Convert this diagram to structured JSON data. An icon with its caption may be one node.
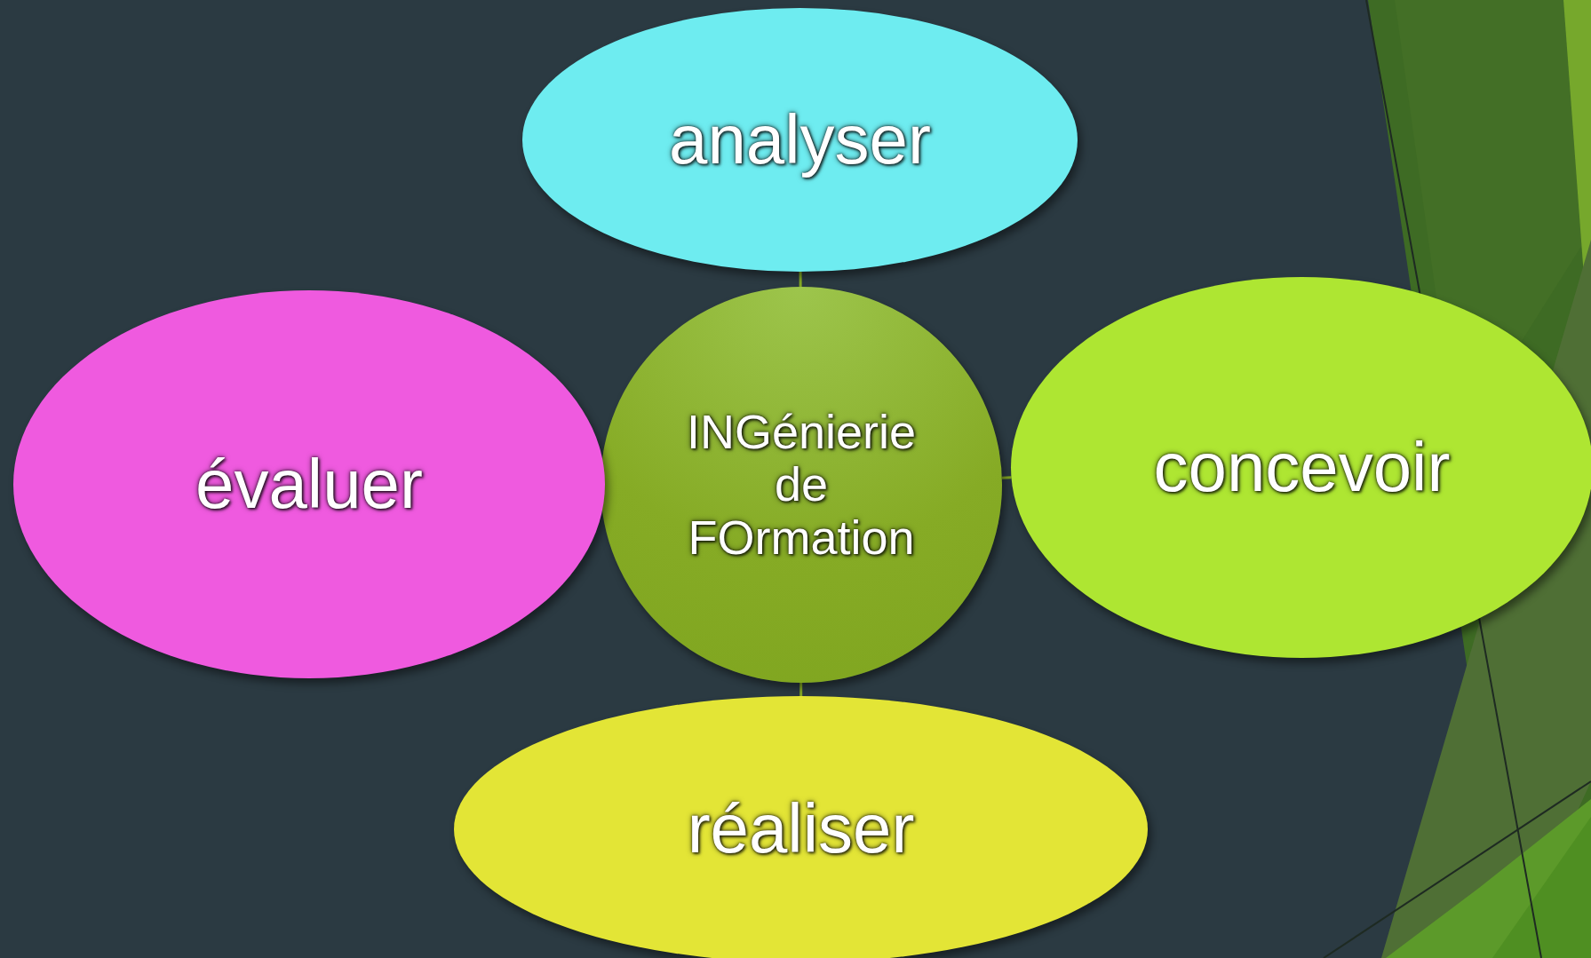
{
  "diagram": {
    "nodes": [
      {
        "text": [
          "INGénierie de FOrmation"
        ]
      },
      {
        "text": [
          "analyser"
        ]
      },
      {
        "text": [
          "évaluer"
        ]
      },
      {
        "text": [
          "concevoir"
        ]
      },
      {
        "text": [
          "réaliser"
        ]
      }
    ],
    "edges": [
      {
        "from": 0,
        "to": 1,
        "arrow": "none"
      },
      {
        "from": 0,
        "to": 3,
        "arrow": "none"
      },
      {
        "from": 0,
        "to": 4,
        "arrow": "none"
      }
    ]
  }
}
